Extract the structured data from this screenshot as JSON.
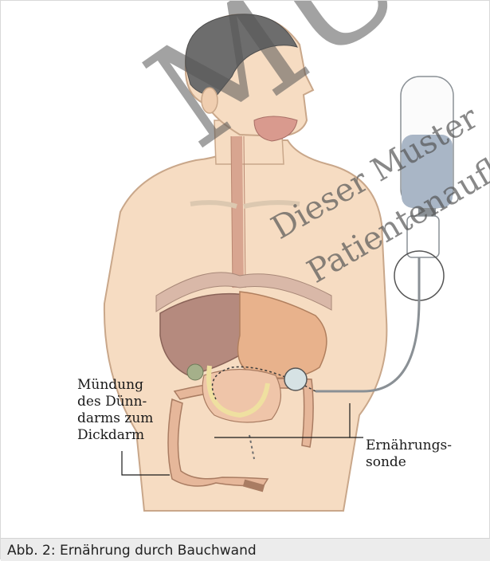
{
  "figure": {
    "labels": {
      "left": [
        "Mündung",
        "des Dünn-",
        "darms zum",
        "Dickdarm"
      ],
      "right": [
        "Ernährungs-",
        "sonde"
      ]
    },
    "watermark": {
      "big": "MU",
      "line1": "Dieser Muster",
      "line2": "Patientenaufl"
    }
  },
  "caption": "Abb. 2: Ernährung durch Bauchwand",
  "colors": {
    "skin": "#f6dcc2",
    "skin_outline": "#c9a78a",
    "hair": "#6d6d6d",
    "liver": "#b58a7e",
    "stomach": "#e8b28c",
    "bowel": "#e6b79a",
    "bag_liquid": "#a9b6c6",
    "tube": "#8a9095",
    "watermark": "#555555",
    "caption_bg": "#ececec"
  }
}
